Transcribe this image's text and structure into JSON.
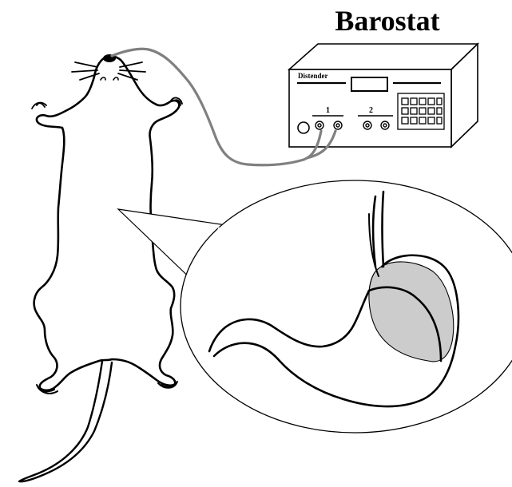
{
  "title": "Barostat",
  "device": {
    "label": "Distender",
    "port_1": "1",
    "port_2": "2"
  },
  "colors": {
    "outline": "#000000",
    "catheter": "#808080",
    "balloon_fill": "#cccccc",
    "background": "#ffffff"
  },
  "icons": [
    "rat-outline",
    "barostat-device",
    "catheter-tube",
    "stomach",
    "balloon",
    "magnifier-callout"
  ]
}
